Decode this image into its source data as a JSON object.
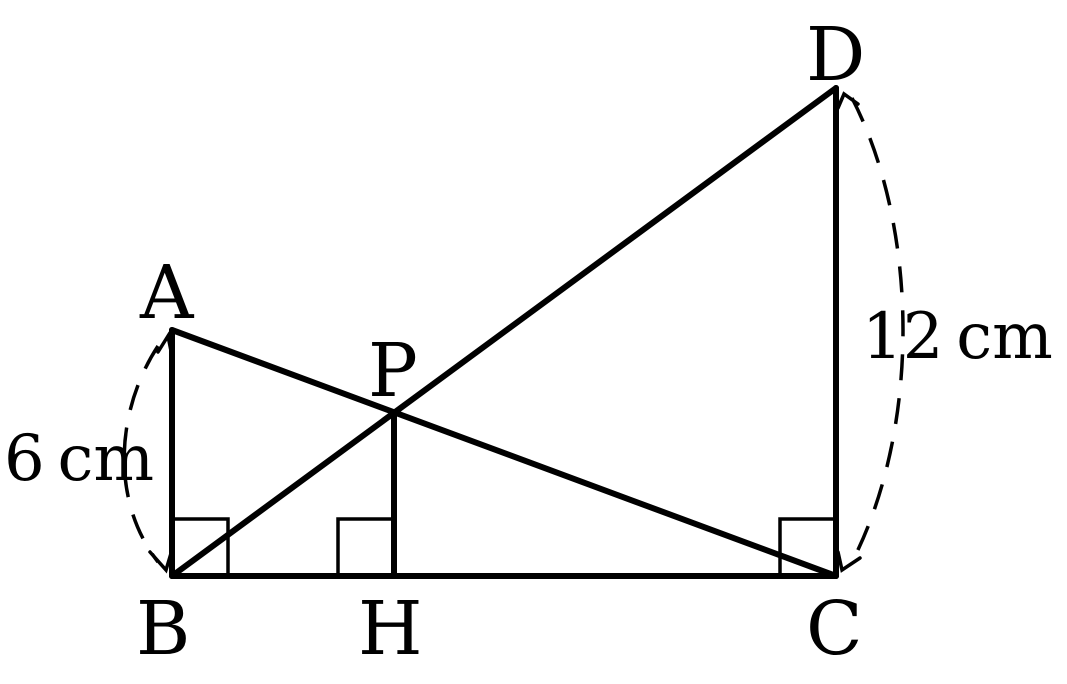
{
  "points": {
    "A": "A",
    "B": "B",
    "C": "C",
    "D": "D",
    "P": "P",
    "H": "H"
  },
  "measurements": {
    "AB": "6 cm",
    "CD": "12 cm"
  }
}
